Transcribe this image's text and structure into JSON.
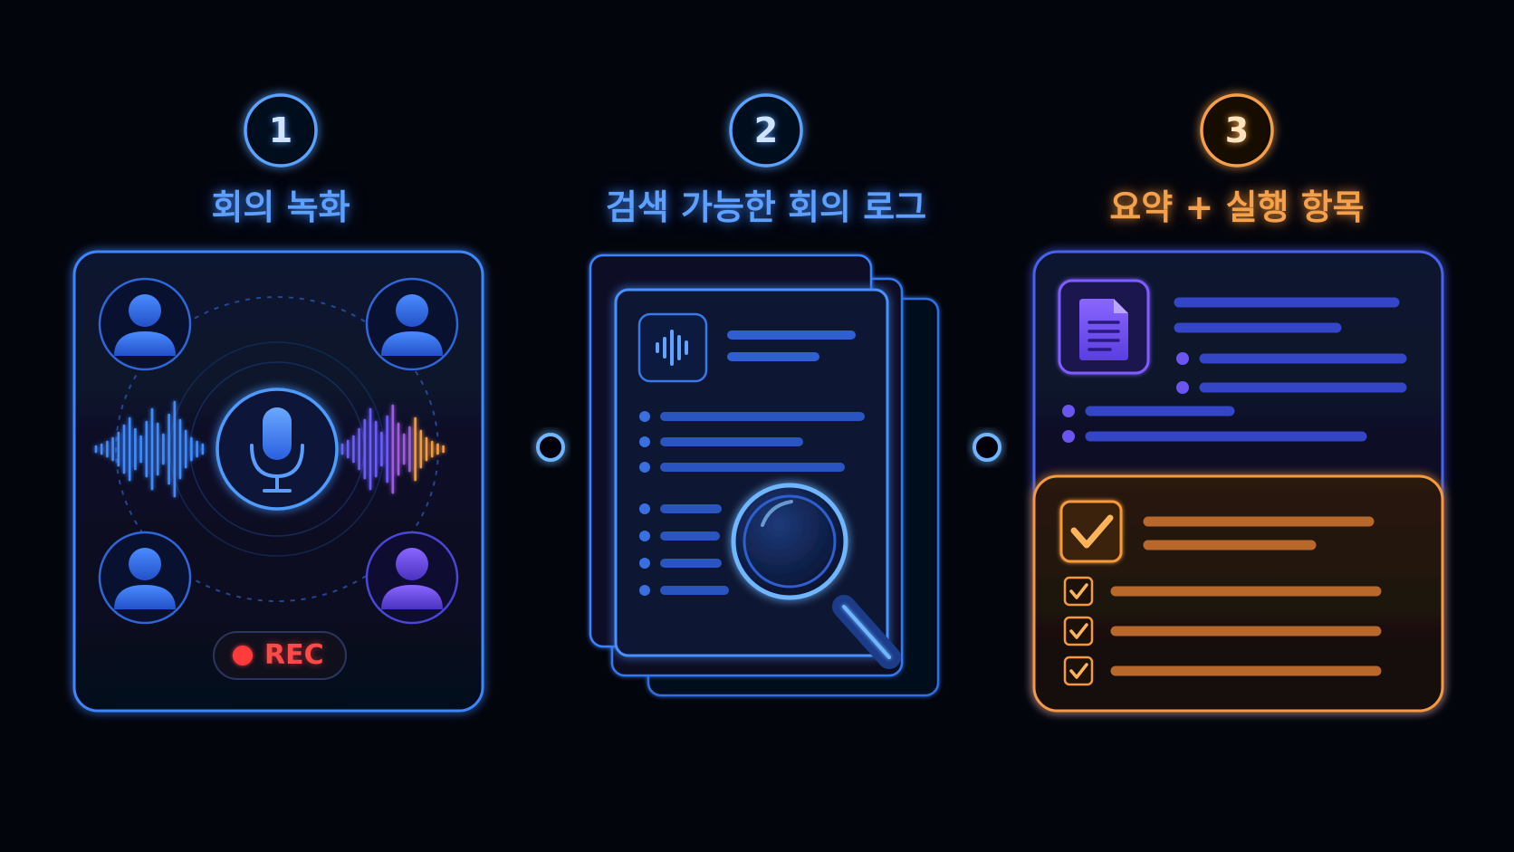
{
  "steps": [
    {
      "number": "1",
      "title": "회의 녹화"
    },
    {
      "number": "2",
      "title": "검색 가능한 회의 로그"
    },
    {
      "number": "3",
      "title": "요약 + 실행 항목"
    }
  ],
  "recorder": {
    "rec_label": "REC"
  },
  "colors": {
    "background": "#03050d",
    "blue_accent": "#3f8cff",
    "purple_accent": "#8a5cff",
    "orange_accent": "#f59a3c",
    "rec_red": "#ff3b3b"
  },
  "icons": [
    "person-icon",
    "microphone-icon",
    "waveform-icon",
    "document-icon",
    "magnifier-icon",
    "checkmark-icon",
    "checkbox-icon"
  ]
}
